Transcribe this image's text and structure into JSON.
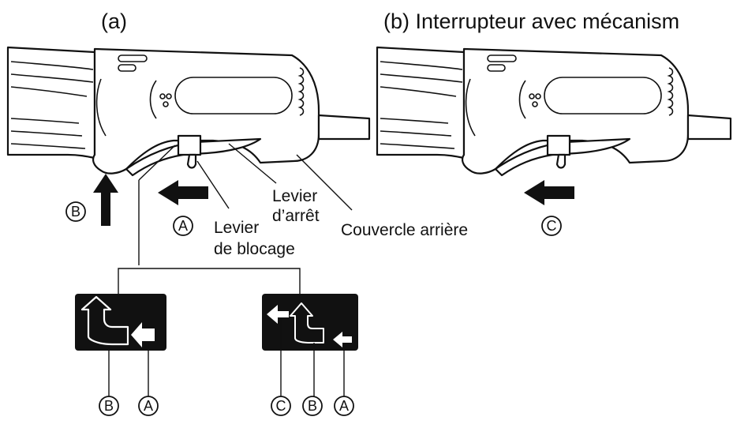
{
  "panels": {
    "a": {
      "title": "(a)"
    },
    "b": {
      "title": "(b) Interrupteur avec mécanism"
    }
  },
  "labels": {
    "stop_lever": [
      "Levier",
      "d’arrêt"
    ],
    "lock_lever": [
      "Levier",
      "de blocage"
    ],
    "rear_cover": "Couvercle arrière"
  },
  "markers": {
    "A": "A",
    "B": "B",
    "C": "C"
  },
  "icons": {
    "tool_body": "grinder-body-illustration",
    "arrow": "filled-arrow",
    "sequence_box": "black-instruction-box"
  },
  "colors": {
    "ink": "#111111",
    "paper": "#ffffff"
  }
}
